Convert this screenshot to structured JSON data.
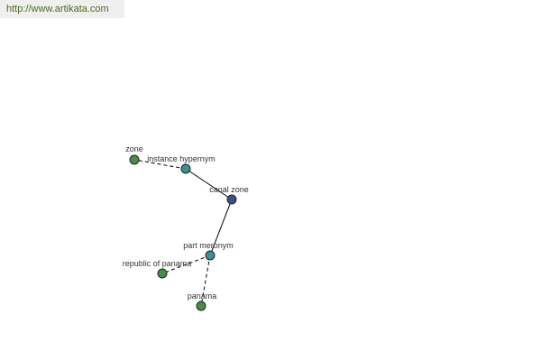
{
  "source": {
    "url_text": "http://www.artikata.com"
  },
  "graph": {
    "nodes": [
      {
        "id": "zone",
        "label": "zone",
        "kind": "word"
      },
      {
        "id": "instance-hypernym",
        "label": "instance hypernym",
        "kind": "relation"
      },
      {
        "id": "canal-zone",
        "label": "canal zone",
        "kind": "center"
      },
      {
        "id": "part-meronym",
        "label": "part meronym",
        "kind": "relation"
      },
      {
        "id": "republic-of-panama",
        "label": "republic of panama",
        "kind": "word"
      },
      {
        "id": "panama",
        "label": "panama",
        "kind": "word"
      }
    ],
    "edges": [
      {
        "from": "canal-zone",
        "to": "instance-hypernym",
        "style": "solid"
      },
      {
        "from": "instance-hypernym",
        "to": "zone",
        "style": "dashed"
      },
      {
        "from": "canal-zone",
        "to": "part-meronym",
        "style": "solid"
      },
      {
        "from": "part-meronym",
        "to": "republic-of-panama",
        "style": "dashed"
      },
      {
        "from": "part-meronym",
        "to": "panama",
        "style": "dashed"
      }
    ],
    "colors": {
      "center": "#3d4f8c",
      "relation": "#3f8f8f",
      "word": "#4a8a4a"
    }
  }
}
